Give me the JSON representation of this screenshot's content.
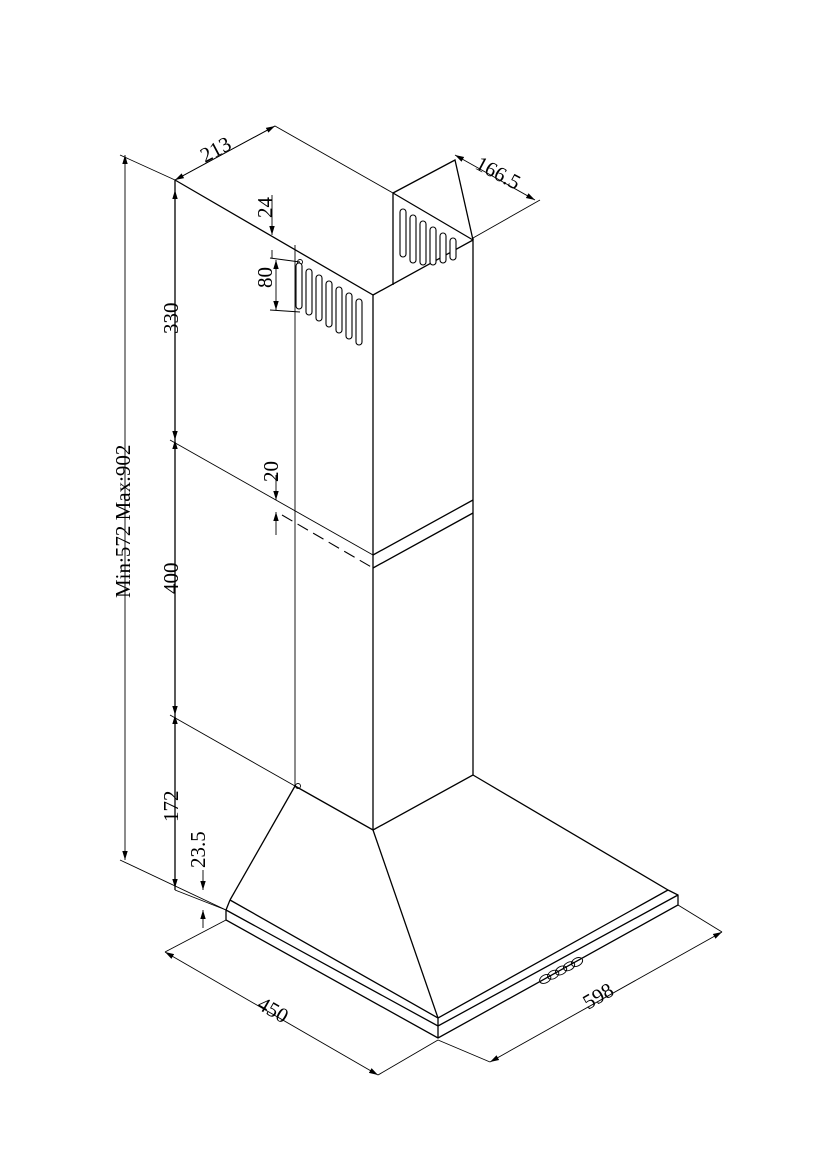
{
  "dimensions": {
    "chimney_depth": "213",
    "flue_width": "166.5",
    "slot_offset": "24",
    "slot_height": "80",
    "upper_chimney_height": "330",
    "overlap": "20",
    "lower_chimney_height": "400",
    "canopy_height": "172",
    "rim_height": "23.5",
    "total_height": "Min:572 Max:902",
    "hood_depth": "450",
    "hood_width": "598"
  }
}
